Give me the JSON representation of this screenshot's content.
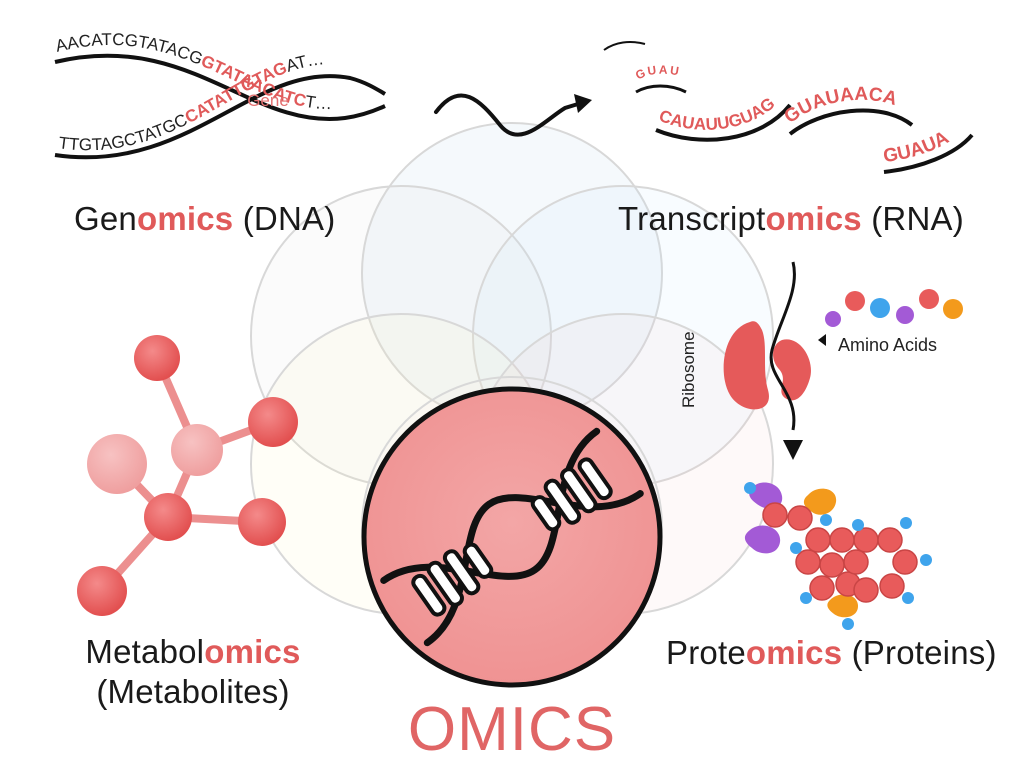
{
  "title": "OMICS",
  "sections": {
    "genomics": {
      "prefix": "Gen",
      "highlight": "omics",
      "suffix": " (DNA)"
    },
    "transcriptomics": {
      "prefix": "Transcript",
      "highlight": "omics",
      "suffix": " (RNA)"
    },
    "proteomics": {
      "prefix": "Prote",
      "highlight": "omics",
      "suffix": " (Proteins)"
    },
    "metabolomics": {
      "prefix": "Metabol",
      "highlight": "omics",
      "line2": "(Metabolites)"
    }
  },
  "dna": {
    "top_strand_plain": "AACATCGTATACG",
    "top_strand_gene": "GTATAACATC",
    "top_strand_tail": "T…",
    "bottom_strand_plain": "TTGTAGCTATGC",
    "bottom_strand_gene": "CATATTGTAG",
    "bottom_strand_tail": "AT…",
    "gene_label": "Gene"
  },
  "rna": {
    "fragments": [
      "GUAU",
      "CAUAUUGUAG",
      "GUAUAACA",
      "GUAUA"
    ]
  },
  "protein_synthesis": {
    "ribosome_label": "Ribosome",
    "amino_acids_label": "Amino Acids"
  },
  "colors": {
    "accent": "#e05a5a",
    "node_red": "#e85b5b",
    "amino_blue": "#3fa4ec",
    "amino_purple": "#a35ad6",
    "amino_orange": "#f39a1c",
    "dark": "#111111"
  },
  "icons": [
    "dna-helix-icon",
    "ribosome-icon",
    "metabolite-network-icon",
    "protein-cluster-icon"
  ]
}
